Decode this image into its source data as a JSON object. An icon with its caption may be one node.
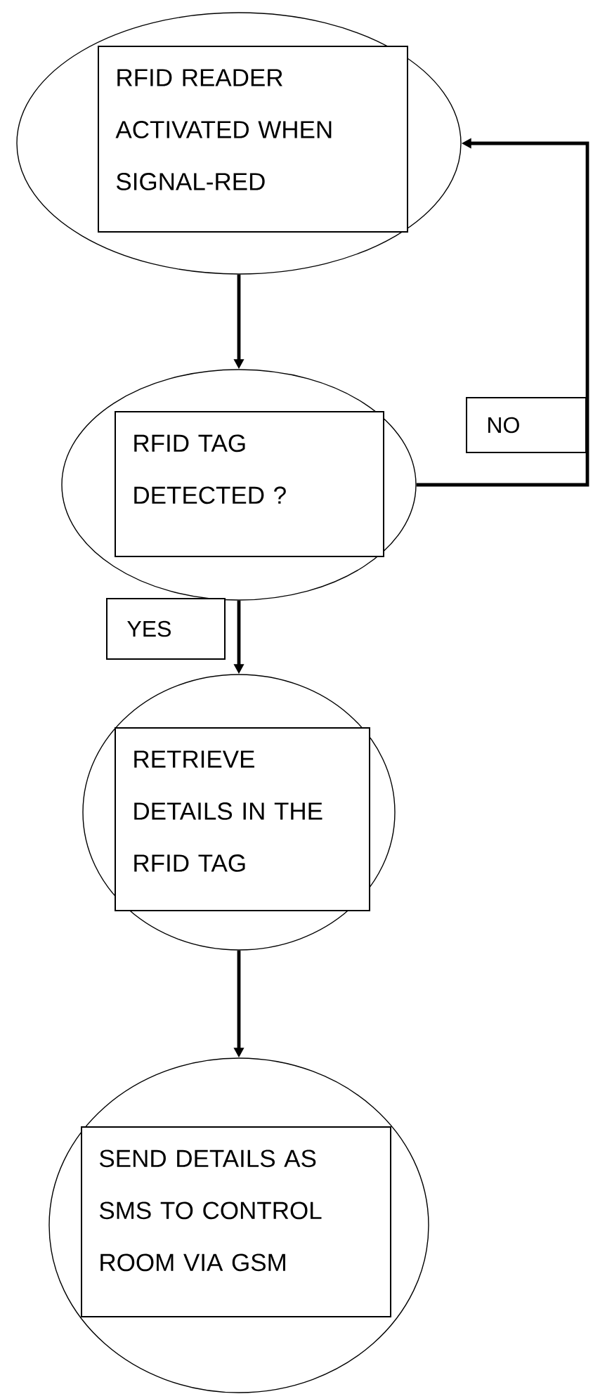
{
  "diagram": {
    "nodes": [
      {
        "text": [
          "RFID READER ACTIVATED WHEN SIGNAL-RED"
        ]
      },
      {
        "text": [
          "RFID TAG DETECTED ?"
        ]
      },
      {
        "text": [
          "RETRIEVE DETAILS IN THE RFID TAG"
        ]
      },
      {
        "text": [
          "SEND DETAILS AS SMS TO CONTROL ROOM VIA GSM"
        ]
      }
    ],
    "edges": [
      {
        "from": 0,
        "to": 1,
        "arrow": "to"
      },
      {
        "from": 1,
        "to": 2,
        "arrow": "to",
        "label": "YES"
      },
      {
        "from": 2,
        "to": 3,
        "arrow": "to"
      },
      {
        "from": 1,
        "to": 0,
        "arrow": "to",
        "label": "NO"
      }
    ]
  }
}
